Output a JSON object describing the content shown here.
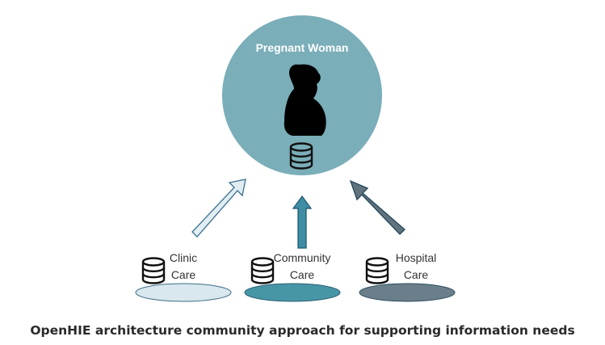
{
  "diagram": {
    "center": {
      "label": "Pregnant Woman",
      "icon": "pregnant-woman-silhouette-icon",
      "db_icon": "database-icon",
      "color": "#7aaeb9"
    },
    "sources": [
      {
        "line1": "Clinic",
        "line2": "Care",
        "fill": "#d8e8ee",
        "arrow_fill": "#e0eef3",
        "arrow_stroke": "#3d6f8c"
      },
      {
        "line1": "Community",
        "line2": "Care",
        "fill": "#4796a6",
        "arrow_fill": "#3f8ea3",
        "arrow_stroke": "#1f5a70"
      },
      {
        "line1": "Hospital",
        "line2": "Care",
        "fill": "#6b7f8a",
        "arrow_fill": "#60737e",
        "arrow_stroke": "#24465a"
      }
    ]
  },
  "caption": "OpenHIE architecture community approach for supporting information needs"
}
